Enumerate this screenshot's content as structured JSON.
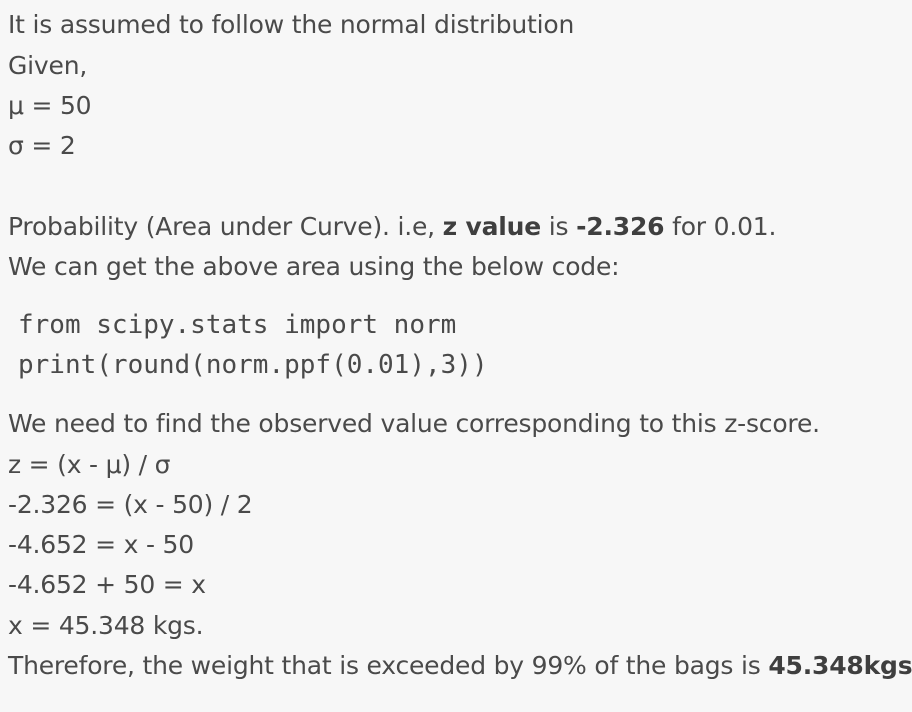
{
  "intro": {
    "assumption": "It is assumed to follow the normal distribution",
    "given_label": "Given,",
    "mu": "μ = 50",
    "sigma": "σ = 2"
  },
  "probability": {
    "line1_prefix": "Probability (Area under Curve). i.e, ",
    "line1_bold1": "z value",
    "line1_mid": " is ",
    "line1_bold2": "-2.326",
    "line1_suffix": " for 0.01.",
    "line2": "We can get the above area using the below code:"
  },
  "code": {
    "line1": "from scipy.stats import norm",
    "line2": "print(round(norm.ppf(0.01),3))"
  },
  "solution": {
    "intro": "We need to find the observed value corresponding to this z-score.",
    "formula": "z = (x - μ) / σ",
    "step1": "-2.326 = (x - 50) / 2",
    "step2": "-4.652 = x - 50",
    "step3": "-4.652 + 50 = x",
    "step4": "x = 45.348 kgs.",
    "conclusion_prefix": "Therefore, the weight that is exceeded by 99% of the bags is ",
    "conclusion_bold": "45.348kgs"
  }
}
